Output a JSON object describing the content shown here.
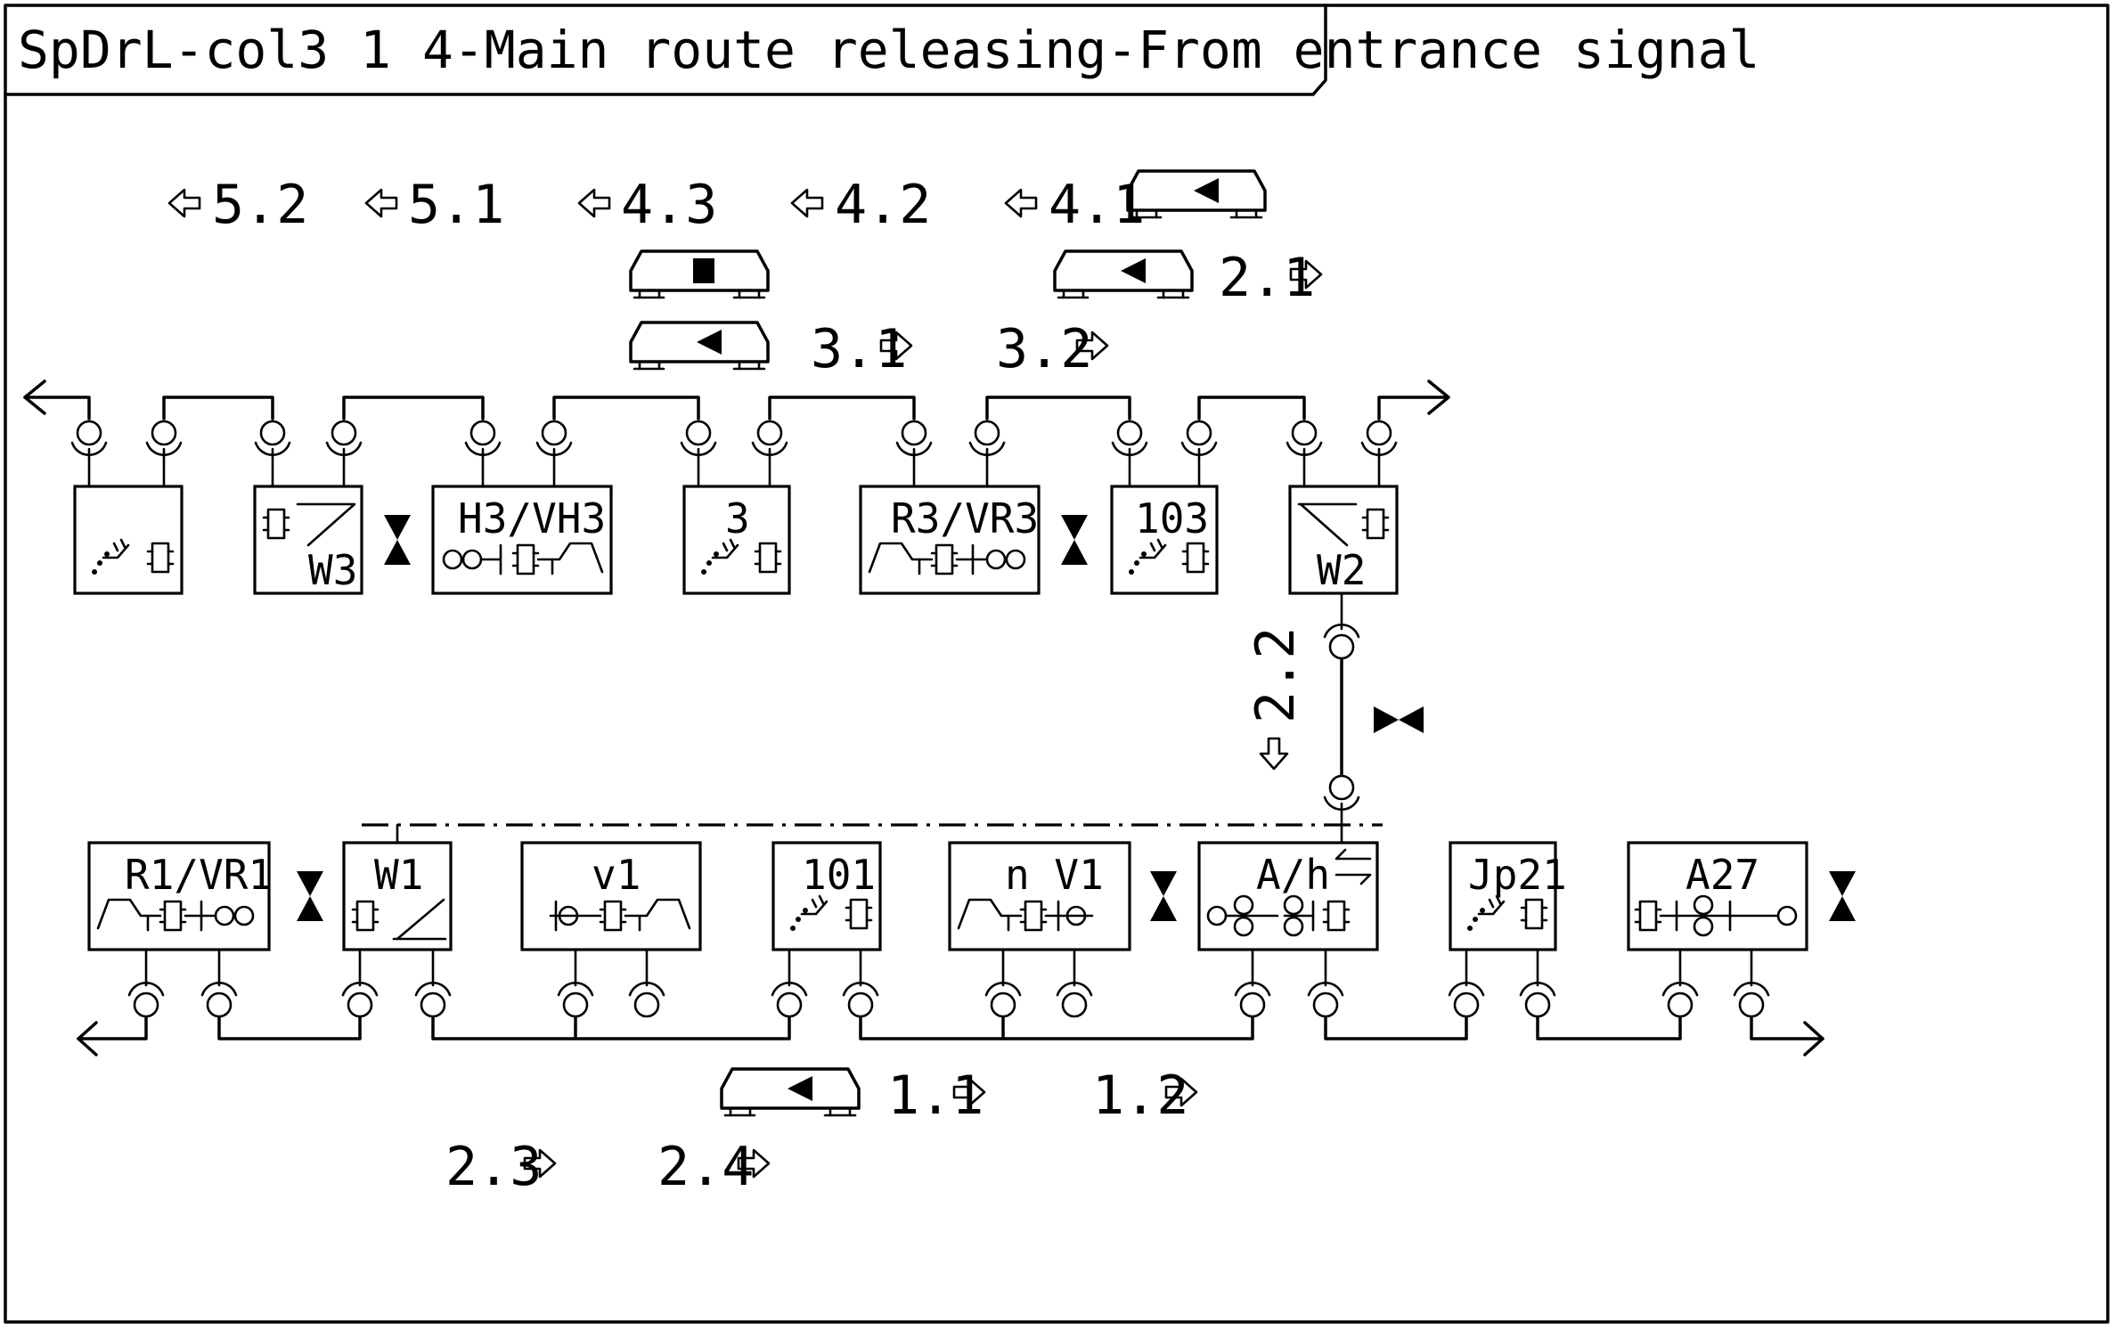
{
  "title": "SpDrL-col3 1 4-Main route releasing-From entrance signal",
  "colors": {
    "ink": "#000000",
    "paper": "#ffffff"
  },
  "top_row": {
    "boxes": [
      {
        "id": "t-switch-1",
        "label": "",
        "kind": "switch"
      },
      {
        "id": "t-w3",
        "label": "W3",
        "kind": "w-point"
      },
      {
        "id": "t-h3vh3",
        "label": "H3/VH3",
        "kind": "signal"
      },
      {
        "id": "t-3",
        "label": "3",
        "kind": "switch"
      },
      {
        "id": "t-r3vr3",
        "label": "R3/VR3",
        "kind": "signal"
      },
      {
        "id": "t-103",
        "label": "103",
        "kind": "switch"
      },
      {
        "id": "t-w2",
        "label": "W2",
        "kind": "w-point"
      }
    ]
  },
  "bottom_row": {
    "boxes": [
      {
        "id": "b-r1vr1",
        "label": "R1/VR1",
        "kind": "signal"
      },
      {
        "id": "b-w1",
        "label": "W1",
        "kind": "w-point"
      },
      {
        "id": "b-v1",
        "label": "v1",
        "kind": "signal"
      },
      {
        "id": "b-101",
        "label": "101",
        "kind": "switch"
      },
      {
        "id": "b-nv1",
        "label": "n V1",
        "kind": "signal"
      },
      {
        "id": "b-ah",
        "label": "A/h",
        "kind": "signal"
      },
      {
        "id": "b-jp21",
        "label": "Jp21",
        "kind": "switch"
      },
      {
        "id": "b-a27",
        "label": "A27",
        "kind": "signal"
      }
    ]
  },
  "route_labels": {
    "r52": "5.2",
    "r51": "5.1",
    "r43": "4.3",
    "r42": "4.2",
    "r41": "4.1",
    "r21": "2.1",
    "r31": "3.1",
    "r32": "3.2",
    "r22": "2.2",
    "r11": "1.1",
    "r12": "1.2",
    "r23": "2.3",
    "r24": "2.4"
  },
  "icons": {
    "arrow": "hollow-arrow-icon",
    "train": "train-icon",
    "train_stopped": "train-stopped-icon",
    "isolation": "bowtie-isolation-icon",
    "connector": "track-connector-icon"
  }
}
